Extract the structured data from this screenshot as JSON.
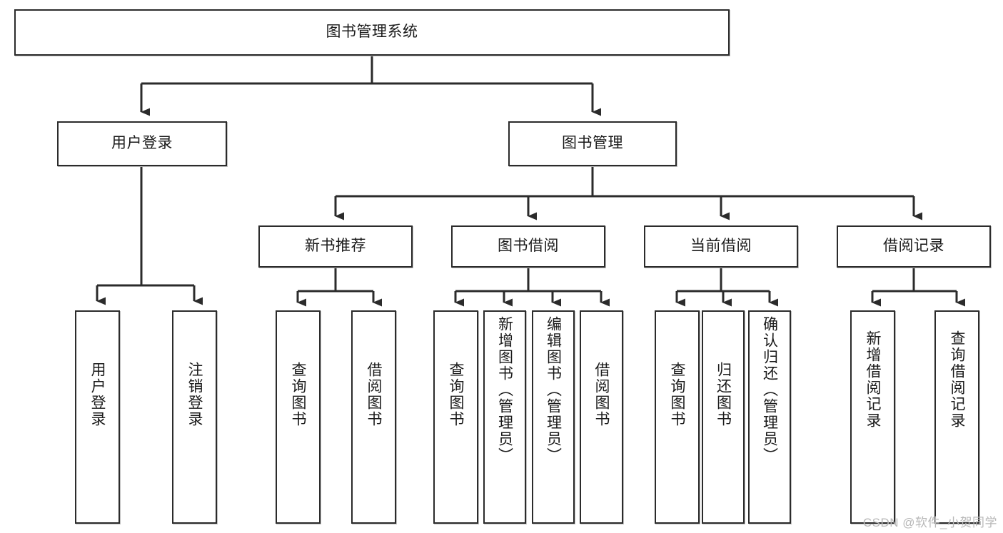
{
  "diagram": {
    "type": "hierarchy-tree",
    "title": "图书管理系统",
    "watermark": "CSDN @软件_小贺同学",
    "colors": {
      "stroke": "#2b2b2b",
      "fill": "#ffffff",
      "text": "#1a1a1a",
      "shadow": "#bfbfbf",
      "watermark": "#b8b8b8"
    },
    "levels": {
      "root": {
        "label": "图书管理系统"
      },
      "level2": [
        {
          "label": "用户登录"
        },
        {
          "label": "图书管理"
        }
      ],
      "level3": [
        {
          "label": "新书推荐"
        },
        {
          "label": "图书借阅"
        },
        {
          "label": "当前借阅"
        },
        {
          "label": "借阅记录"
        }
      ]
    },
    "nodes": {
      "root": "图书管理系统",
      "user_login": "用户登录",
      "book_manage": "图书管理",
      "new_book_rec": "新书推荐",
      "book_borrow": "图书借阅",
      "current_borrow": "当前借阅",
      "borrow_record": "借阅记录",
      "leaf_user_login": "用户登录",
      "leaf_user_logout": "注销登录",
      "leaf_query_book_1": "查询图书",
      "leaf_borrow_book_1": "借阅图书",
      "leaf_query_book_2": "查询图书",
      "leaf_add_book_admin": "新增图书（管理员）",
      "leaf_edit_book_admin": "编辑图书（管理员）",
      "leaf_borrow_book_2": "借阅图书",
      "leaf_query_book_3": "查询图书",
      "leaf_return_book": "归还图书",
      "leaf_confirm_return_admin": "确认归还（管理员）",
      "leaf_add_borrow_record": "新增借阅记录",
      "leaf_query_borrow_record": "查询借阅记录"
    }
  }
}
